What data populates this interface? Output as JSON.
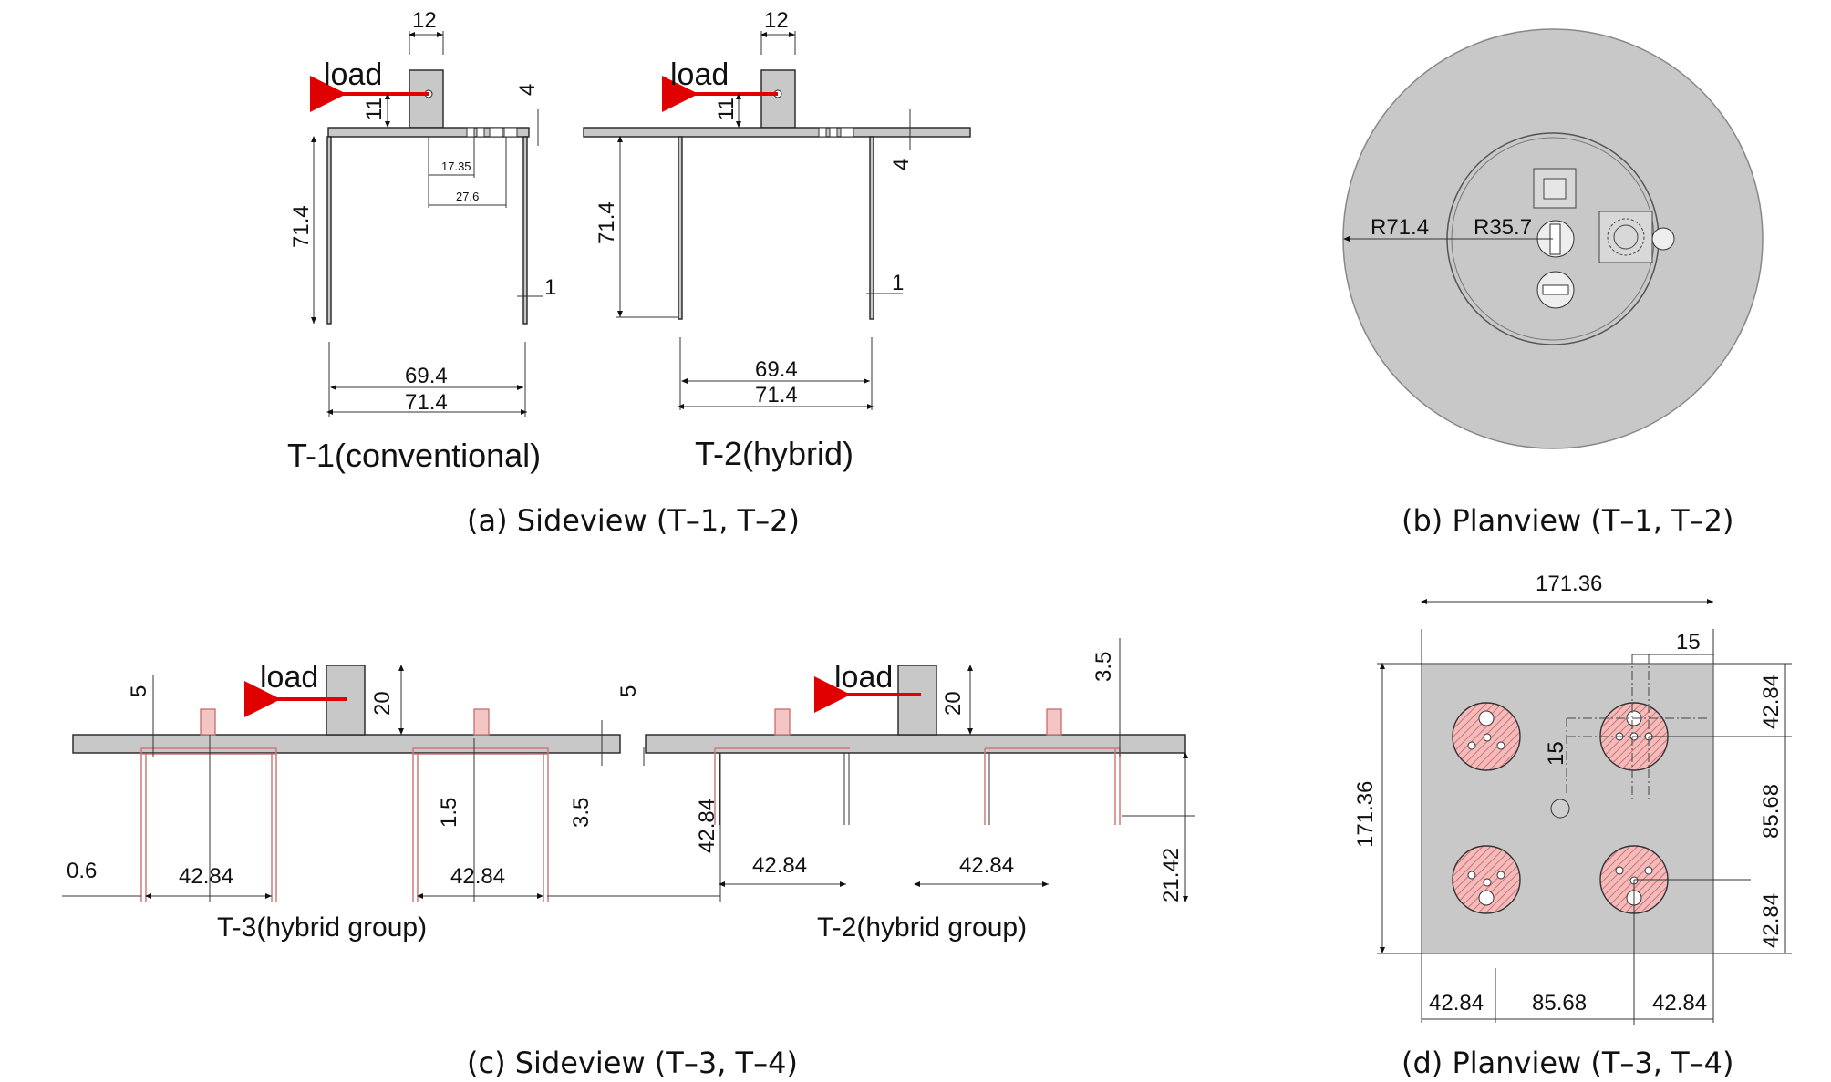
{
  "panel_a": {
    "caption": "(a)  Sideview  (T–1,  T–2)",
    "t1_name": "T-1(conventional)",
    "t2_name": "T-2(hybrid)",
    "load_label": "load",
    "dims_t1": {
      "width_top": "12",
      "height_col": "11",
      "plate": "4",
      "depth": "71.4",
      "wall": "1",
      "inner": "69.4",
      "outer": "71.4",
      "off1": "17.35",
      "off2": "27.6"
    },
    "dims_t2": {
      "width_top": "12",
      "height_col": "11",
      "plate": "4",
      "depth": "71.4",
      "wall": "1",
      "inner": "69.4",
      "outer": "71.4"
    }
  },
  "panel_b": {
    "caption": "(b)  Planview  (T–1,  T–2)",
    "r_outer": "R71.4",
    "r_inner": "R35.7"
  },
  "panel_c": {
    "caption": "(c)  Sideview  (T–3,  T–4)",
    "t3_name": "T-3(hybrid group)",
    "t2_name": "T-2(hybrid group)",
    "load_label": "load",
    "dims": {
      "pile_head": "5",
      "column": "20",
      "cap_top": "3.5",
      "embed": "1.5",
      "plate": "3.5",
      "edge": "0.6",
      "spacing_a": "42.84",
      "spacing_b": "42.84",
      "spacing_c": "42.84",
      "spacing_d": "42.84",
      "pile_len": "42.84",
      "pile_len2": "21.42",
      "head2": "5",
      "column2": "20"
    }
  },
  "panel_d": {
    "caption": "(d)  Planview  (T–3,  T–4)",
    "dims": {
      "width": "171.36",
      "height": "171.36",
      "offset_x": "15",
      "offset_y": "15",
      "right_top": "42.84",
      "right_mid": "85.68",
      "right_bot": "42.84",
      "bot_left": "42.84",
      "bot_mid": "85.68",
      "bot_right": "42.84"
    }
  },
  "colors": {
    "arrow": "#e00000",
    "plate": "#c8c8c8",
    "pile": "#f3c6c6"
  }
}
